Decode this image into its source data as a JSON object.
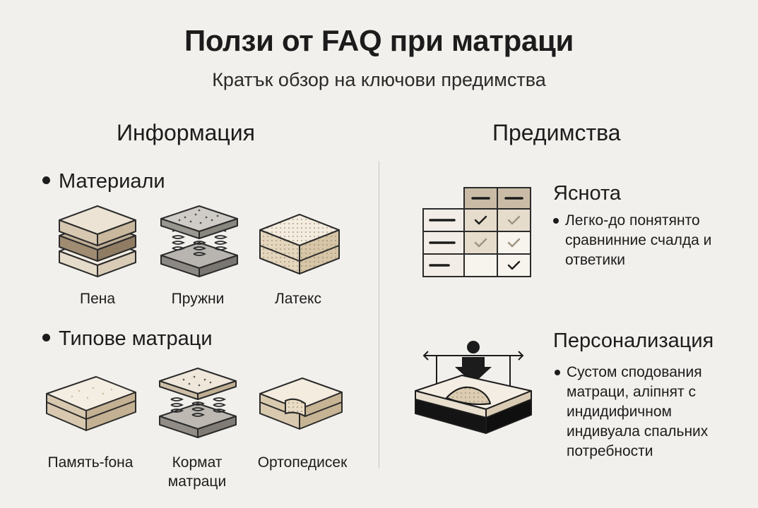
{
  "header": {
    "title": "Ползи от FAQ при матраци",
    "subtitle": "Кратък обзор на ключови предимства"
  },
  "left": {
    "heading": "Информация",
    "materials": {
      "heading": "Материали",
      "items": [
        {
          "label": "Пена",
          "icon": "foam-layers-icon"
        },
        {
          "label": "Пружни",
          "icon": "spring-mattress-icon"
        },
        {
          "label": "Латекс",
          "icon": "latex-block-icon"
        }
      ]
    },
    "types": {
      "heading": "Типове матраци",
      "items": [
        {
          "label": "Память-fона",
          "icon": "memory-foam-mattress-icon"
        },
        {
          "label": "Кормат матраци",
          "icon": "pocket-spring-mattress-icon"
        },
        {
          "label": "Ортопедисек",
          "icon": "orthopedic-mattress-icon"
        }
      ]
    }
  },
  "right": {
    "heading": "Предимства",
    "clarity": {
      "title": "Яснота",
      "text": "Легко-до понятянто сравнинние счалда и ответики",
      "icon": "comparison-table-icon"
    },
    "personalization": {
      "title": "Персонализация",
      "text": "Сустом сподования матраци, аліпнят с индидифичном индивуала спальних потребности",
      "icon": "body-pressure-mattress-icon"
    }
  },
  "colors": {
    "background": "#f2f0ec",
    "text": "#1c1c1c",
    "foam_light": "#efe7d9",
    "foam_mid": "#c3b29a",
    "foam_dark": "#a8957c",
    "table_header": "#c9bba6",
    "outline": "#2b2b2b"
  }
}
